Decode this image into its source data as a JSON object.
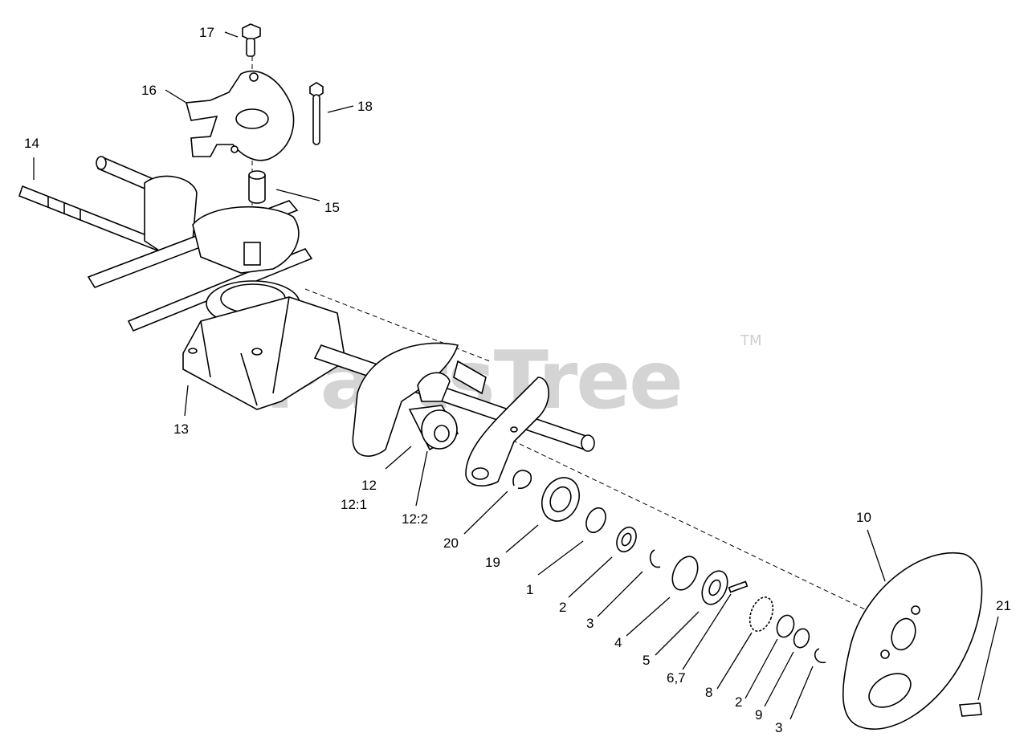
{
  "watermark": {
    "text": "PartsTree",
    "tm": "TM"
  },
  "callouts": [
    {
      "id": "17",
      "text": "17"
    },
    {
      "id": "16",
      "text": "16"
    },
    {
      "id": "18",
      "text": "18"
    },
    {
      "id": "14",
      "text": "14"
    },
    {
      "id": "15",
      "text": "15"
    },
    {
      "id": "13",
      "text": "13"
    },
    {
      "id": "12",
      "text": "12"
    },
    {
      "id": "12-1",
      "text": "12:1"
    },
    {
      "id": "12-2",
      "text": "12:2"
    },
    {
      "id": "20",
      "text": "20"
    },
    {
      "id": "19",
      "text": "19"
    },
    {
      "id": "1",
      "text": "1"
    },
    {
      "id": "2a",
      "text": "2"
    },
    {
      "id": "3a",
      "text": "3"
    },
    {
      "id": "4",
      "text": "4"
    },
    {
      "id": "5",
      "text": "5"
    },
    {
      "id": "6-7",
      "text": "6,7"
    },
    {
      "id": "8",
      "text": "8"
    },
    {
      "id": "2b",
      "text": "2"
    },
    {
      "id": "9",
      "text": "9"
    },
    {
      "id": "3b",
      "text": "3"
    },
    {
      "id": "10",
      "text": "10"
    },
    {
      "id": "21",
      "text": "21"
    }
  ]
}
